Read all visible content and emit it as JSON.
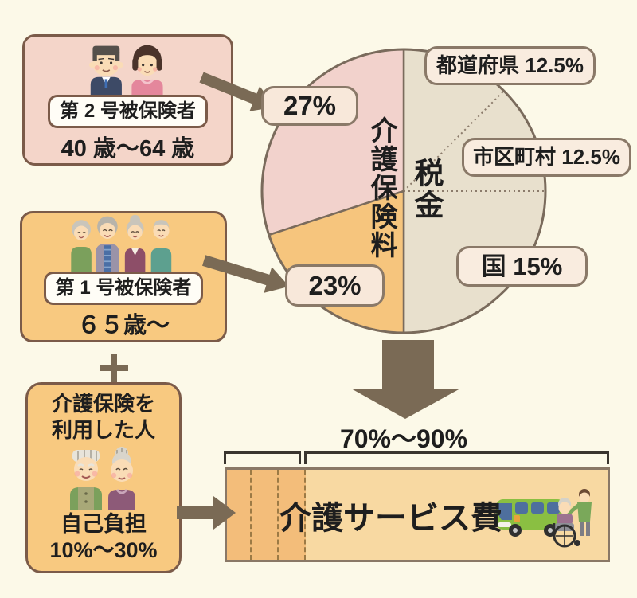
{
  "palette": {
    "background": "#fcf9e8",
    "box_border": "#7b5b49",
    "pink_box_fill": "#f4d5c9",
    "orange_box_fill": "#f8c980",
    "pie_stroke": "#7a6b5c",
    "pill_fill": "#f8e8da",
    "pill_border": "#8a7968",
    "arrow_color": "#7a6a55",
    "bar_self_pay_fill": "#f3bd7a",
    "bar_covered_fill": "#f8d9a2",
    "bar_border": "#8a7866",
    "text_color": "#1e1e1e"
  },
  "insured2_box": {
    "title": "第 2 号被保険者",
    "age_range": "40 歳〜64 歳"
  },
  "insured1_box": {
    "title": "第 1 号被保険者",
    "age_range": "６５歳〜"
  },
  "user_box": {
    "line1": "介護保険を",
    "line2": "利用した人",
    "burden_label": "自己負担",
    "burden_range": "10%〜30%"
  },
  "service_bar": {
    "label": "介護サービス費",
    "coverage_range": "70%〜90%"
  },
  "chart_data": {
    "type": "pie",
    "group_labels": {
      "premium": "介護保険料",
      "tax": "税金"
    },
    "slices": [
      {
        "name": "dai2go-hihokensha-hokenryo",
        "label": "27%",
        "value": 27,
        "drawn_deg": 108,
        "color": "#f2d2cc",
        "group": "premium"
      },
      {
        "name": "dai1go-hihokensha-hokenryo",
        "label": "23%",
        "value": 23,
        "drawn_deg": 72,
        "color": "#f6c57d",
        "group": "premium"
      },
      {
        "name": "todofuken",
        "label": "都道府県 12.5%",
        "value": 12.5,
        "drawn_deg": 45,
        "color": "#e8e0cd",
        "group": "tax"
      },
      {
        "name": "shikuchoson",
        "label": "市区町村 12.5%",
        "value": 12.5,
        "drawn_deg": 45,
        "color": "#e8e0cd",
        "group": "tax"
      },
      {
        "name": "kuni",
        "label": "国 15%",
        "value": 15,
        "drawn_deg": 90,
        "color": "#e8e0cd",
        "group": "tax"
      }
    ],
    "legend_position": "on-chart",
    "grid": false
  }
}
